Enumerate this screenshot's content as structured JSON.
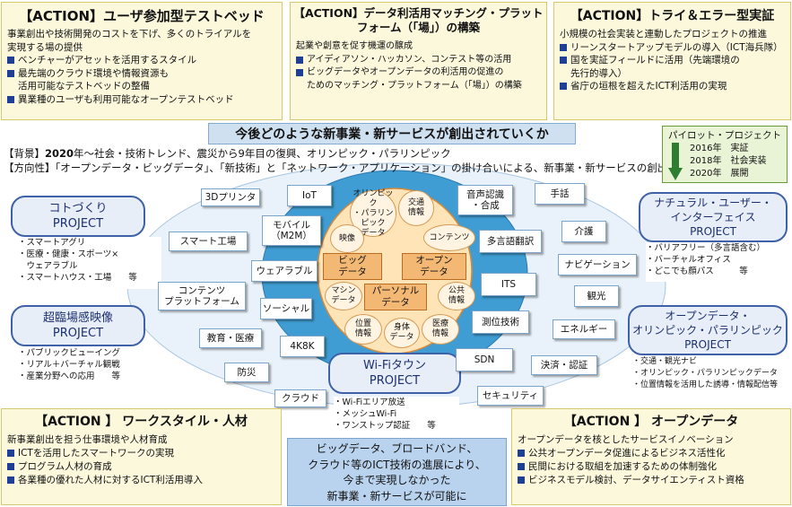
{
  "actions": {
    "top_left": {
      "title": "【ACTION】ユーザ参加型テストベッド",
      "intro": [
        "事業創出や技術開発のコストを下げ、多くのトライアルを",
        "実現する場の提供"
      ],
      "bullets": [
        {
          "lines": [
            "ベンチャーがアセットを活用するスタイル"
          ]
        },
        {
          "lines": [
            "最先端のクラウド環境や情報資源も",
            "活用可能なテストベッドの整備"
          ]
        },
        {
          "lines": [
            "異業種のユーザも利用可能なオープンテストベッド"
          ]
        }
      ]
    },
    "top_center": {
      "title": [
        "【ACTION】データ利活用マッチング・プラット",
        "フォーム（「場」）の構築"
      ],
      "intro": "起業や創意を促す機運の醸成",
      "bullets": [
        {
          "lines": [
            "アイディアソン・ハッカソン、コンテスト等の活用"
          ]
        },
        {
          "lines": [
            "ビッグデータやオープンデータの利活用の促進の",
            "ためのマッチング・プラットフォーム（「場」）の構築"
          ]
        }
      ]
    },
    "top_right": {
      "title": "【ACTION】トライ＆エラー型実証",
      "intro": "小規模の社会実装と連動したプロジェクトの推進",
      "bullets": [
        {
          "lines": [
            "リーンスタートアップモデルの導入（ICT海兵隊）"
          ]
        },
        {
          "lines": [
            "国を実証フィールドに活用（先端環境の",
            "先行的導入）"
          ]
        },
        {
          "lines": [
            "省庁の垣根を超えたICT利活用の実現"
          ]
        }
      ]
    },
    "bottom_left": {
      "title": "【ACTION 】 ワークスタイル・人材",
      "intro": "新事業創出を担う仕事環境や人材育成",
      "bullets": [
        {
          "lines": [
            "ICTを活用したスマートワークの実現"
          ]
        },
        {
          "lines": [
            "プログラム人材の育成"
          ]
        },
        {
          "lines": [
            "各業種の優れた人材に対するICT利活用導入"
          ]
        }
      ]
    },
    "bottom_right": {
      "title": "【ACTION 】 オープンデータ",
      "intro": "オープンデータを核としたサービスイノベーション",
      "bullets": [
        {
          "lines": [
            "公共オープンデータ促進によるビジネス活性化"
          ]
        },
        {
          "lines": [
            "民間における取組を加速するための体制強化"
          ]
        },
        {
          "lines": [
            "ビジネスモデル検討、データサイエンティスト資格"
          ]
        }
      ]
    }
  },
  "banner": "今後どのような新事業・新サービスが創出されていくか",
  "background": {
    "label": "【背景】",
    "year": "2020",
    "text": "年～社会・技術トレンド、震災から9年目の復興、オリンピック・パラリンピック"
  },
  "direction": {
    "label": "【方向性】",
    "text": "「オープンデータ・ビッグデータ」、「新技術」と「ネットワーク・アプリケーション」の掛け合いによる、新事業・新サービスの創出"
  },
  "pilot": {
    "title": "パイロット・プロジェクト",
    "rows": [
      {
        "year": "2016年",
        "label": "実証"
      },
      {
        "year": "2018年",
        "label": "社会実装"
      },
      {
        "year": "2020年",
        "label": "展開"
      }
    ]
  },
  "projects": {
    "kotodukuri": {
      "title": "コトづくり",
      "sub": "PROJECT",
      "items": [
        "・スマートアグリ",
        "・医療・健康・スポーツ×",
        "　ウェアラブル",
        "・スマートハウス・工場　　等"
      ]
    },
    "chorinjo": {
      "title": "超臨場感映像",
      "sub": "PROJECT",
      "items": [
        "・パブリックビューイング",
        "・リアル＋バーチャル観戦",
        "・産業分野への応用　　等"
      ]
    },
    "natural": {
      "title": [
        "ナチュラル・ユーザー・",
        "インターフェイス"
      ],
      "sub": "PROJECT",
      "items": [
        "・バリアフリー（多言語含む）",
        "・バーチャルオフィス",
        "・どこでも顔パス　　　等"
      ]
    },
    "opendata": {
      "title": [
        "オープンデータ・",
        "オリンピック・パラリンピック"
      ],
      "sub": "PROJECT",
      "items": [
        "・交通・観光ナビ",
        "・オリンピック・パラリンピックデータ",
        "・位置情報を活用した誘導・情報配信等"
      ]
    },
    "wifi": {
      "title": "Wi-Fiタウン",
      "sub": "PROJECT",
      "items": [
        "・Wi-Fiエリア放送",
        "・メッシュWi-Fi",
        "・ワンストップ認証　　等"
      ]
    }
  },
  "outer_tags": {
    "t3d": "3Dプリンタ",
    "smart_factory": "スマート工場",
    "contents_platform": [
      "コンテンツ",
      "プラットフォーム"
    ],
    "education": "教育・医療",
    "bousai": "防災",
    "cloud": "クラウド",
    "sign_lang": "手話",
    "kaigo": "介護",
    "navi": "ナビゲーション",
    "kanko": "観光",
    "energy": "エネルギー",
    "settlement": "決済・認証",
    "security": "セキュリティ"
  },
  "inner_tags": {
    "iot": "IoT",
    "mobile": [
      "モバイル",
      "（M2M）"
    ],
    "wearable": "ウェアラブル",
    "social": "ソーシャル",
    "k4k8k": "4K8K",
    "voice": [
      "音声認識",
      "・合成"
    ],
    "multilang": "多言語翻訳",
    "its": "ITS",
    "sokui": "測位技術",
    "sdn": "SDN"
  },
  "core": {
    "circles": {
      "olympic": [
        "オリンピック",
        "・パラリンピック",
        "データ"
      ],
      "traffic": [
        "交通",
        "情報"
      ],
      "video": "映像",
      "contents": "コンテンツ",
      "machine": [
        "マシン",
        "データ"
      ],
      "public": [
        "公共",
        "情報"
      ],
      "location": [
        "位置",
        "情報"
      ],
      "body": [
        "身体",
        "データ"
      ],
      "medical": [
        "医療",
        "情報"
      ]
    },
    "bigdata": [
      "ビッグ",
      "データ"
    ],
    "opendata": [
      "オープン",
      "データ"
    ],
    "personal": [
      "パーソナル",
      "データ"
    ]
  },
  "bottom_message": [
    "ビッグデータ、ブロードバンド、",
    "クラウド等のICT技術の進展により、",
    "今まで実現しなかった",
    "新事業・新サービスが可能に"
  ],
  "colors": {
    "accent_blue": "#1f3f94",
    "action_bg": "#fbf8dc",
    "core_orange": "#f3b874",
    "outer_ring": "#e6f0f8",
    "inner_ring": "#3f9dd3",
    "banner_bg": "#cfe0f1"
  }
}
